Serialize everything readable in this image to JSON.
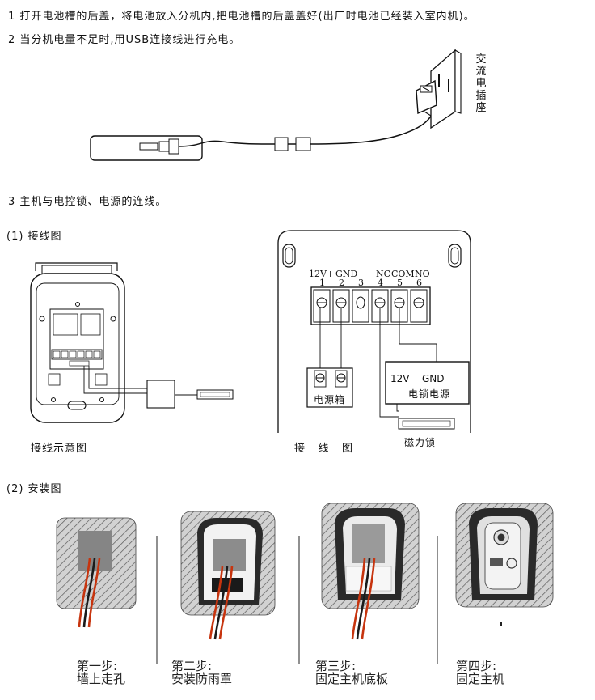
{
  "instructions": {
    "step1": "1 打开电池槽的后盖，将电池放入分机内,把电池槽的后盖盖好(出厂时电池已经装入室内机)。",
    "step2": "2 当分机电量不足时,用USB连接线进行充电。",
    "step3": "3 主机与电控锁、电源的连线。"
  },
  "charging_diagram": {
    "outlet_label_chars": [
      "交",
      "流",
      "电",
      "插",
      "座"
    ]
  },
  "wiring": {
    "heading": "(1) 接线图",
    "left_caption": "接线示意图",
    "right_caption": "接    线    图",
    "terminal_labels": {
      "t1": "12V+",
      "t2": "GND",
      "t4": "NC",
      "t5": "COM",
      "t6": "NO"
    },
    "terminal_numbers": [
      "1",
      "2",
      "3",
      "4",
      "5",
      "6"
    ],
    "power_box_label": "电源箱",
    "lock_power": {
      "v_label": "12V",
      "gnd_label": "GND",
      "label": "电锁电源"
    },
    "magnetic_lock_label": "磁力锁"
  },
  "install": {
    "heading": "(2) 安装图",
    "steps": [
      {
        "title": "第一步:",
        "desc": "墙上走孔"
      },
      {
        "title": "第二步:",
        "desc": "安装防雨罩"
      },
      {
        "title": "第三步:",
        "desc": "固定主机底板"
      },
      {
        "title": "第四步:",
        "desc": "固定主机"
      }
    ]
  }
}
